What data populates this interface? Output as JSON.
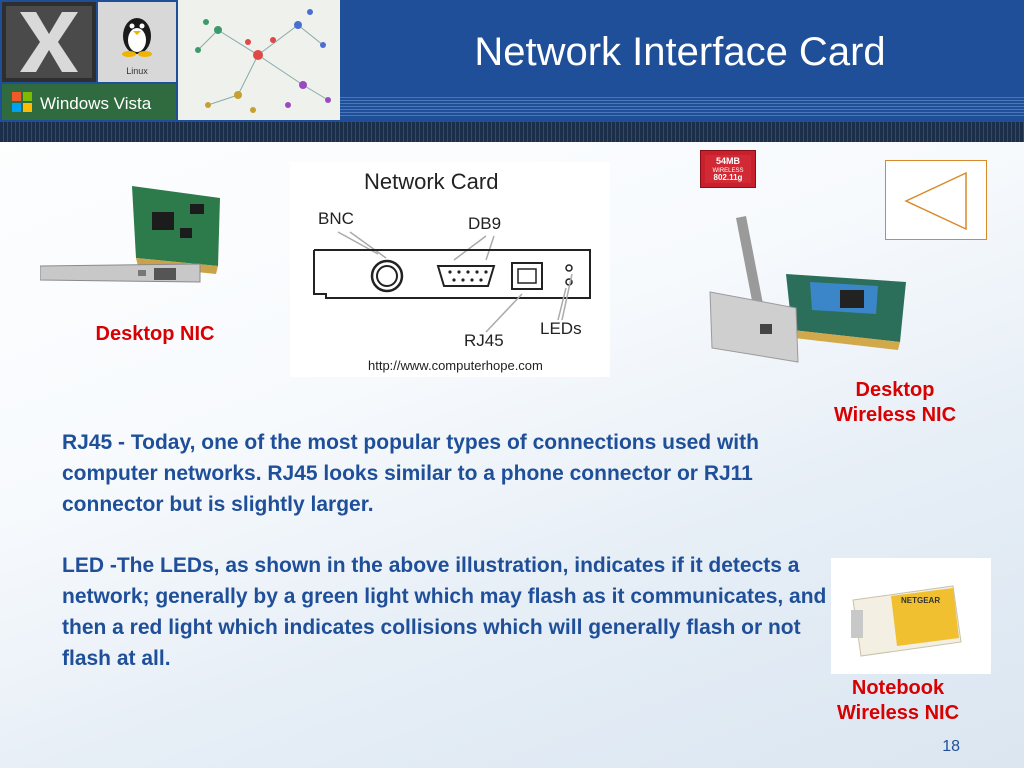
{
  "slide": {
    "title": "Network Interface Card",
    "slide_number": "18"
  },
  "captions": {
    "desktop_nic": "Desktop NIC",
    "desktop_wireless_nic": [
      "Desktop",
      "Wireless NIC"
    ],
    "notebook_wireless_nic": [
      "Notebook",
      "Wireless NIC"
    ]
  },
  "diagram": {
    "title": "Network Card",
    "labels": {
      "bnc": "BNC",
      "db9": "DB9",
      "rj45": "RJ45",
      "leds": "LEDs"
    },
    "source_url": "http://www.computerhope.com"
  },
  "badge": {
    "lines": [
      "54MB",
      "WIRELESS",
      "802.11g"
    ]
  },
  "logos": {
    "linux": "Linux",
    "windows_vista": "Windows Vista"
  },
  "card_brand": "NETGEAR",
  "paragraphs": [
    "RJ45 - Today, one of the most popular types of connections used with computer networks. RJ45 looks similar to a phone connector or RJ11 connector but is slightly larger.",
    "LED -The LEDs, as shown in the above illustration, indicates if it detects a network; generally by a green light which may flash as it communicates, and then a red light which indicates collisions which will generally flash or not flash at all."
  ],
  "navigation": {
    "back_icon": "triangle-left-icon"
  },
  "colors": {
    "header_blue": "#1f4f99",
    "caption_red": "#d80000",
    "body_blue": "#1f4f99"
  }
}
